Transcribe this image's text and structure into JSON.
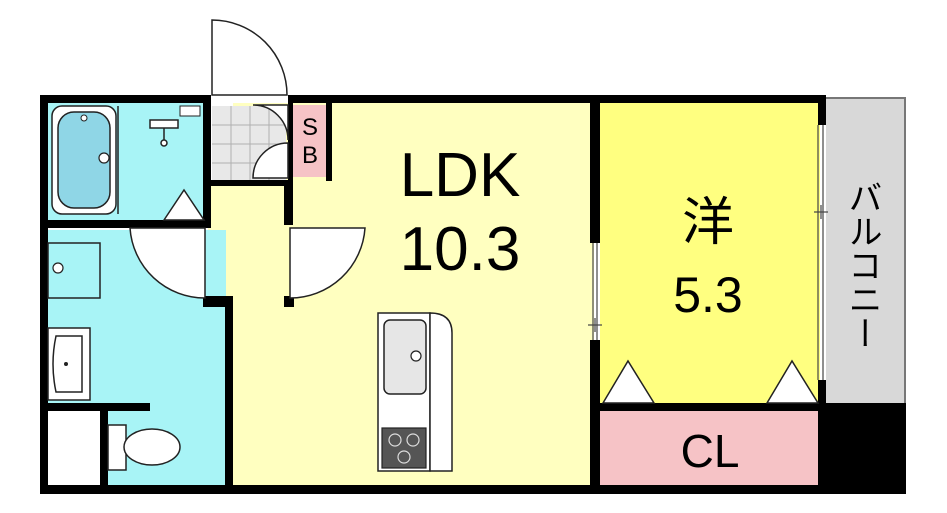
{
  "rooms": {
    "ldk": {
      "name": "LDK",
      "size": "10.3"
    },
    "western": {
      "name": "洋",
      "size": "5.3"
    },
    "closet": {
      "name": "CL"
    },
    "shoe_box": {
      "line1": "S",
      "line2": "B"
    },
    "balcony": {
      "name": "バルコニー"
    }
  },
  "colors": {
    "wall": "#000000",
    "ldk_floor": "#ffffc0",
    "western_floor": "#ffff80",
    "wet_area": "#a8f4f6",
    "closet_floor": "#f6c3c6",
    "balcony_floor": "#d8d8d8",
    "entrance_tile": "#e8e8e8"
  }
}
